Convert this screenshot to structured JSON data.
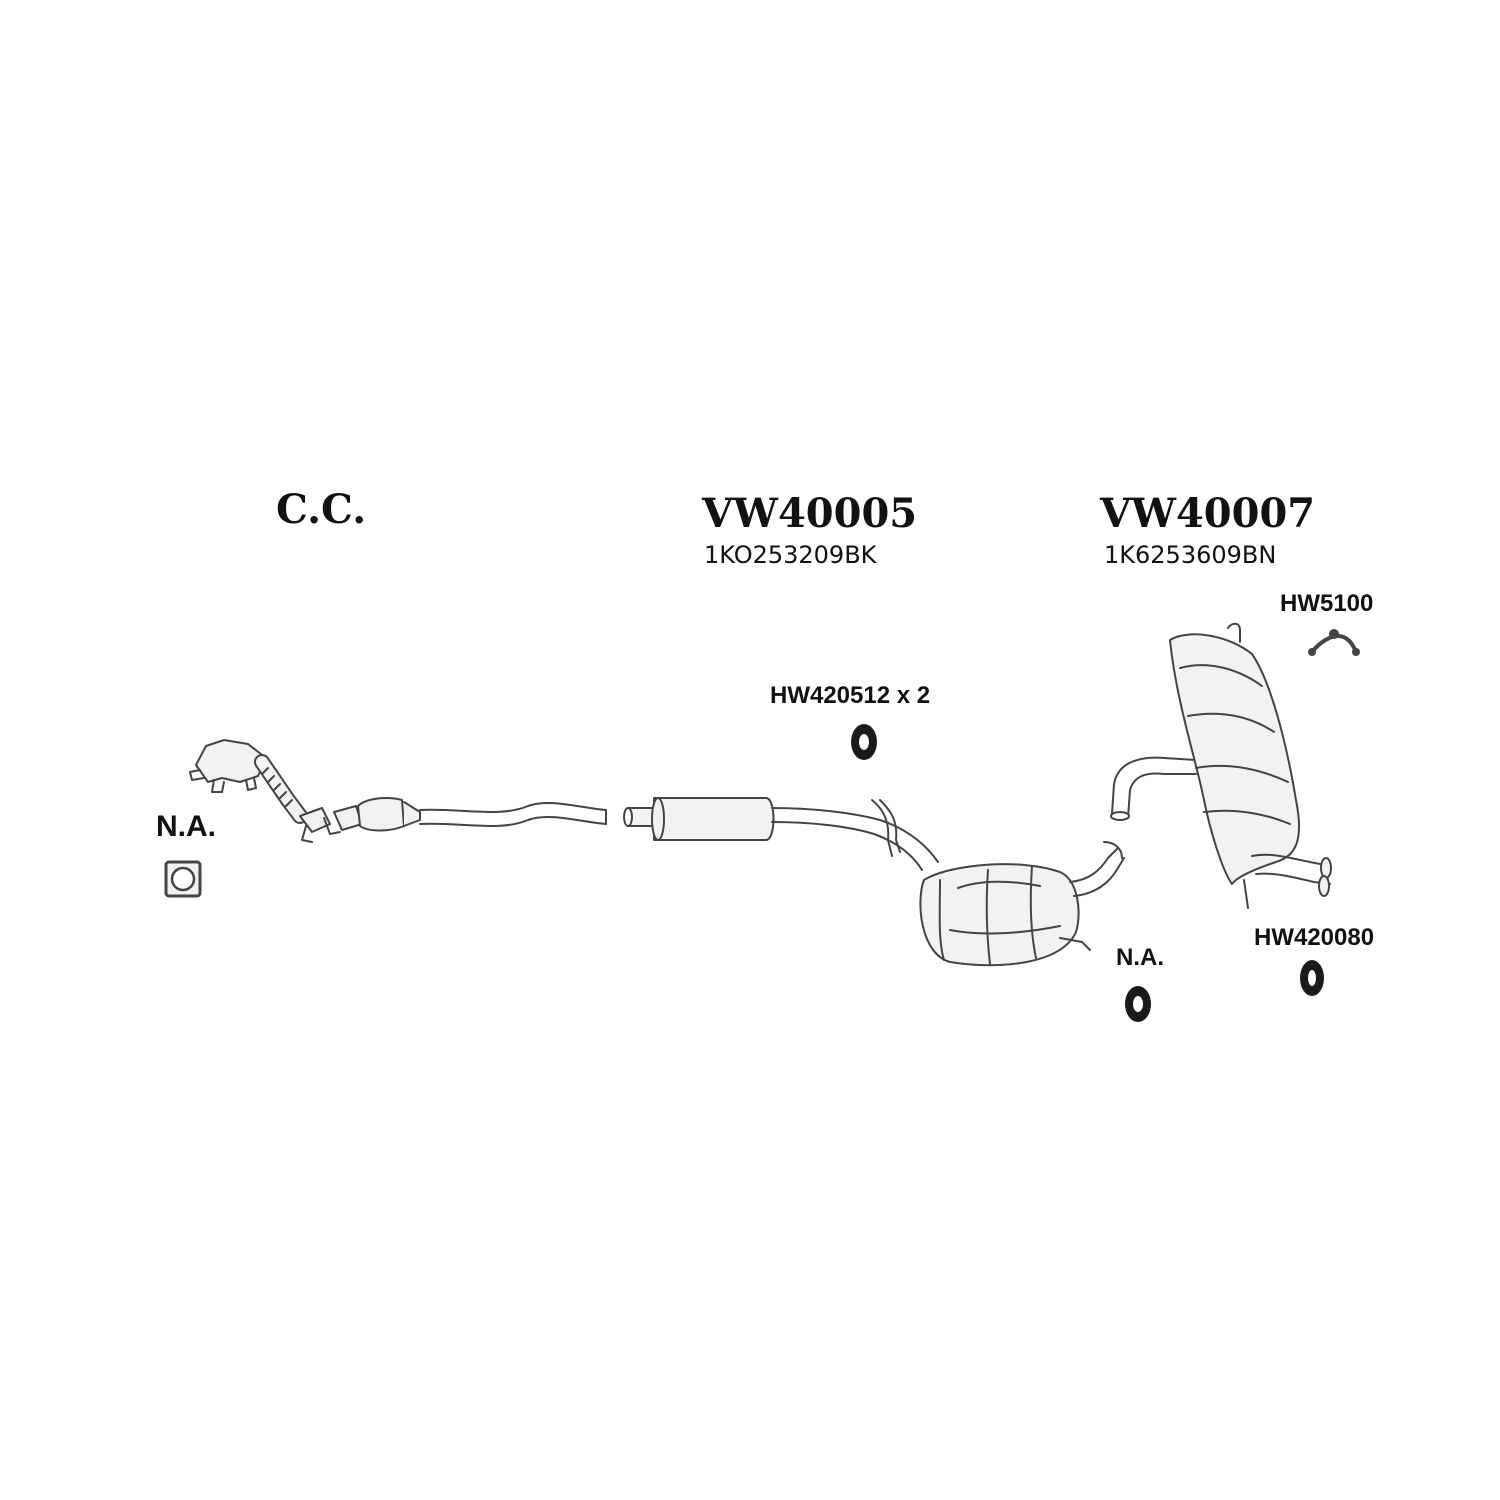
{
  "labels": {
    "cc": "C.C.",
    "front_na": "N.A.",
    "part1_code": "VW40005",
    "part1_oem": "1KO253209BK",
    "part2_code": "VW40007",
    "part2_oem": "1K6253609BN",
    "hanger_pair": "HW420512 x 2",
    "bracket": "HW5100",
    "rear_na": "N.A.",
    "rear_hanger": "HW420080"
  },
  "colors": {
    "line": "#444444",
    "fill": "#f2f2f2",
    "rubber": "#1a1a1a"
  }
}
